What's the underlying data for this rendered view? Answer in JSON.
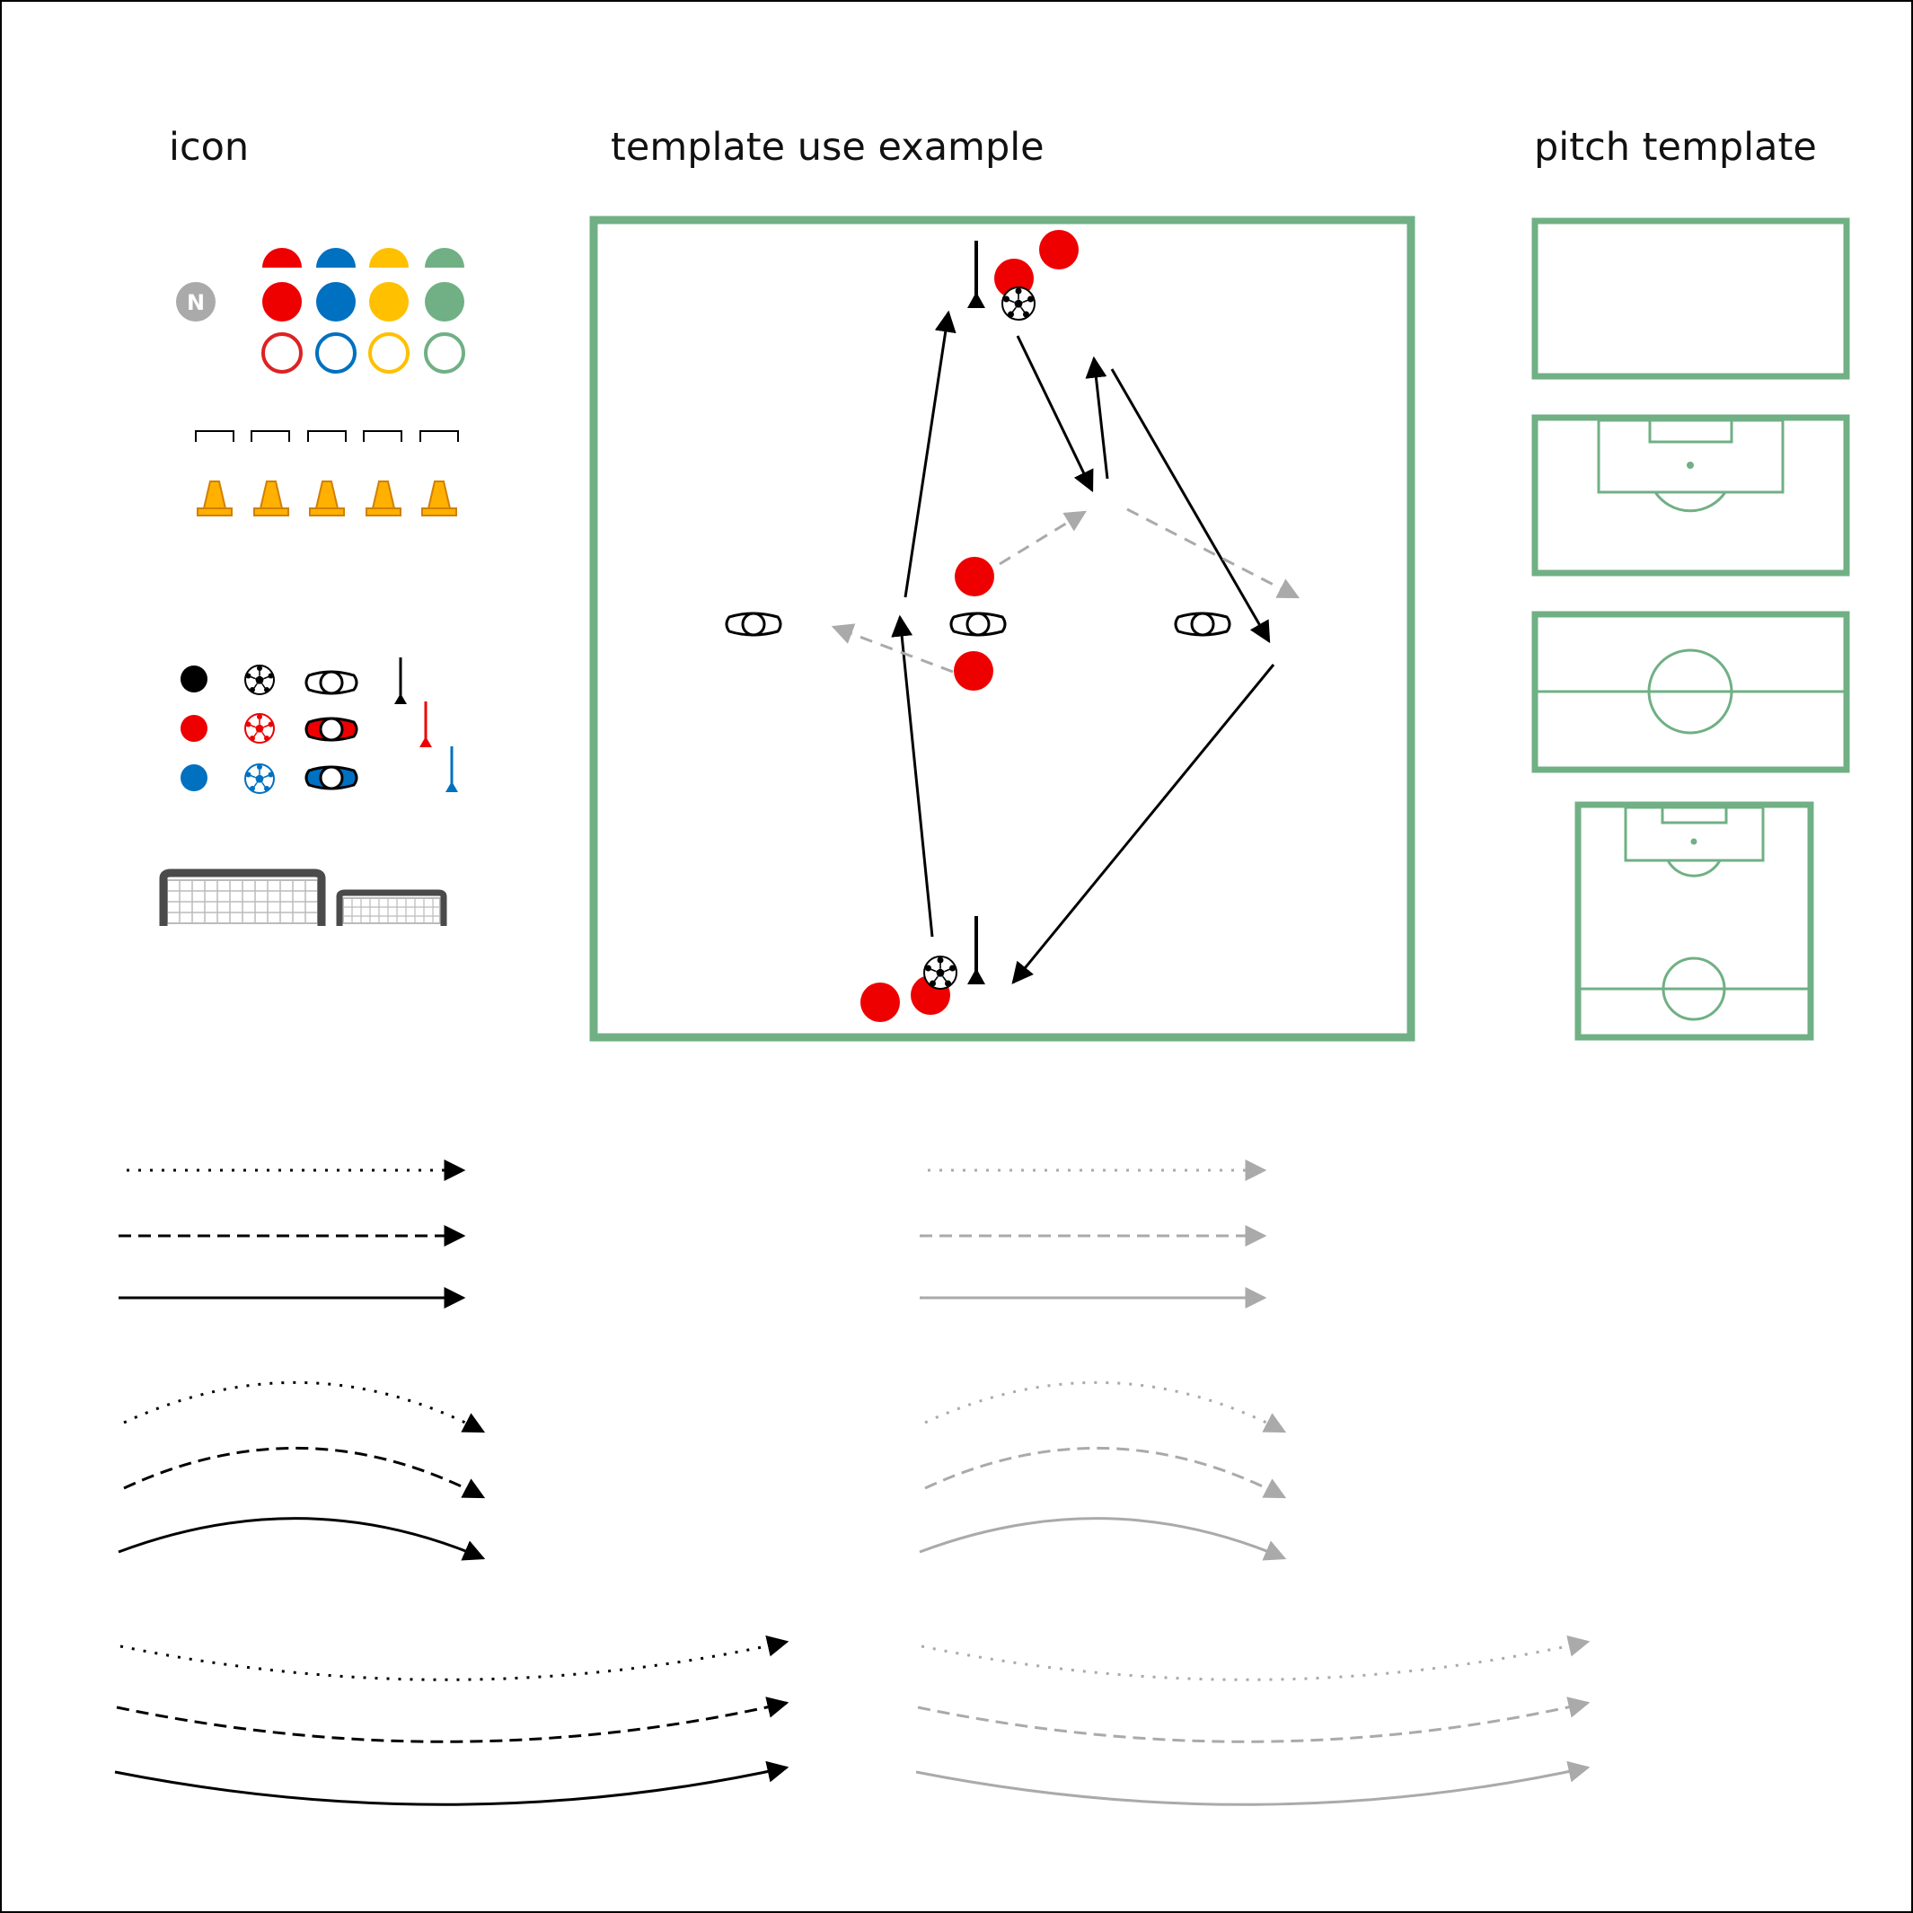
{
  "headings": {
    "icon": "icon",
    "example": "template use example",
    "pitch": "pitch template"
  },
  "icons": {
    "neutral_badge": "N",
    "team_colors": [
      "#ee0000",
      "#0070c0",
      "#ffc000",
      "#70b084"
    ],
    "neutral_color": "#aaaaaa",
    "cone_color": "#ffb000",
    "pole_colors": [
      "#000000",
      "#ee0000",
      "#0070c0"
    ]
  },
  "colors": {
    "pitch_line": "#70b084",
    "arrow_primary": "#000000",
    "arrow_secondary": "#aaaaaa",
    "player": "#ee0000"
  }
}
